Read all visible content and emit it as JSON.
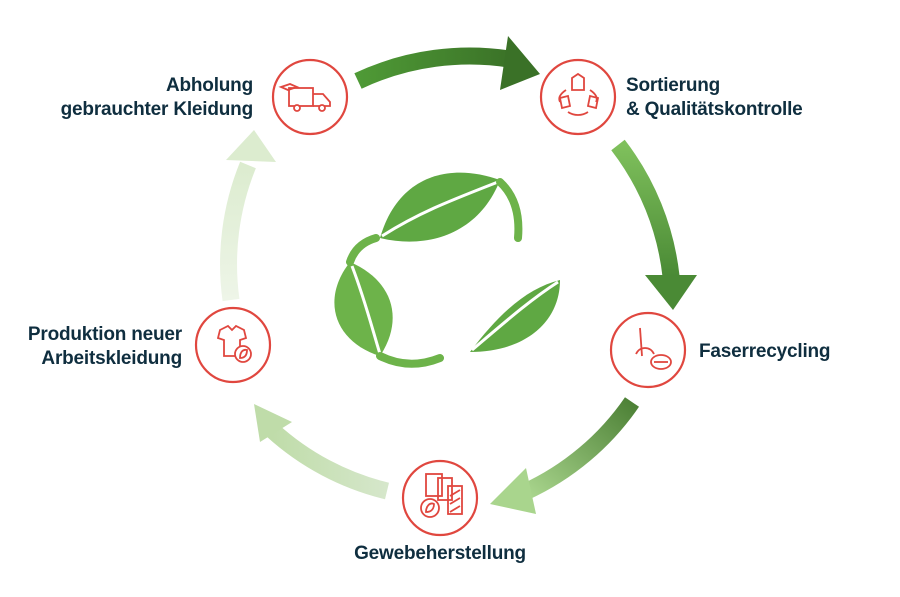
{
  "diagram": {
    "center_icon": "recycling-leaves-icon",
    "colors": {
      "dark_green": "#3d7a2c",
      "mid_green": "#6db34a",
      "pale_green": "#dcecd2",
      "step_red": "#e0473f",
      "text": "#0f2e3f"
    },
    "steps": [
      {
        "lines": [
          "Abholung",
          "gebrauchter Kleidung"
        ],
        "icon": "delivery-truck-icon"
      },
      {
        "lines": [
          "Sortierung",
          "& Qualitätskontrolle"
        ],
        "icon": "sorting-clothes-icon"
      },
      {
        "lines": [
          "Faserrecycling"
        ],
        "icon": "fiber-recycling-icon"
      },
      {
        "lines": [
          "Gewebeherstellung"
        ],
        "icon": "fabric-production-icon"
      },
      {
        "lines": [
          "Produktion neuer",
          "Arbeitskleidung"
        ],
        "icon": "new-workwear-icon"
      }
    ]
  }
}
